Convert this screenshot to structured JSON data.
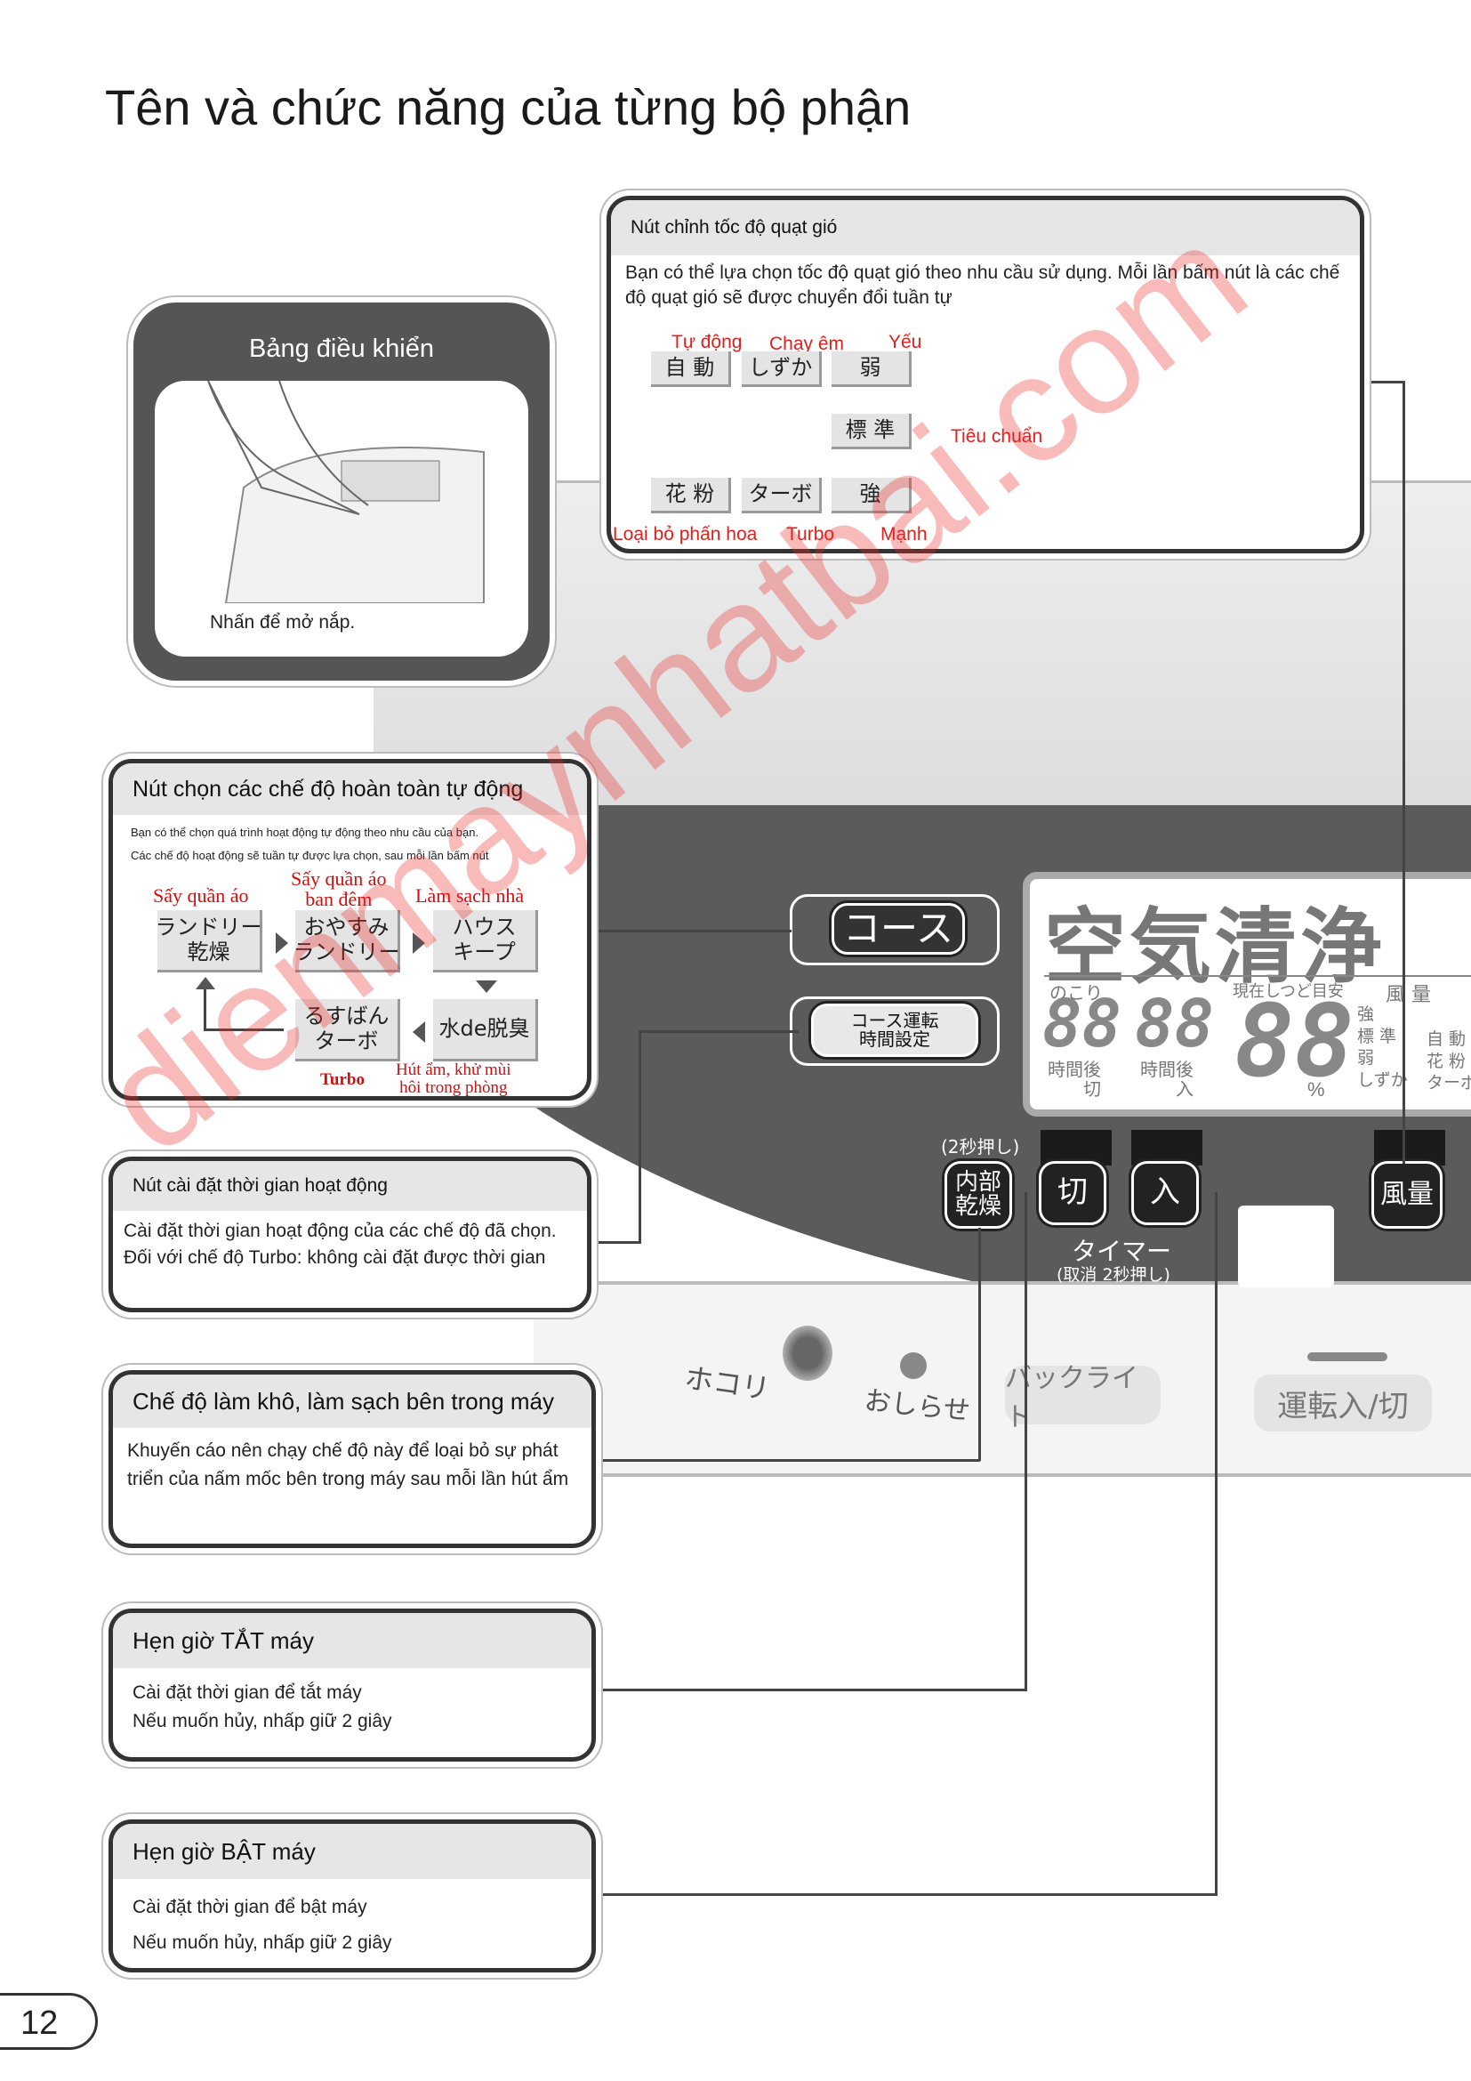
{
  "title": "Tên và chức năng của từng bộ phận",
  "page_number": "12",
  "watermark": "dienmaynhatbai.com",
  "control_panel": {
    "title": "Bảng điều khiển",
    "caption": "Nhấn để mở nắp."
  },
  "fan_box": {
    "title": "Nút chỉnh tốc độ quạt gió",
    "desc": "Bạn có thể lựa chọn tốc độ quạt gió theo nhu cầu sử dụng. Mỗi lần bấm nút là các chế độ quạt gió sẽ được chuyển đổi tuần tự",
    "modes": [
      {
        "jp": "自 動",
        "vi": "Tự động"
      },
      {
        "jp": "しずか",
        "vi": "Chạy êm"
      },
      {
        "jp": "弱",
        "vi": "Yếu"
      },
      {
        "jp": "標 準",
        "vi": "Tiêu chuẩn"
      },
      {
        "jp": "強",
        "vi": "Mạnh"
      },
      {
        "jp": "ターボ",
        "vi": "Turbo"
      },
      {
        "jp": "花 粉",
        "vi": "Loại bỏ phấn hoa"
      }
    ]
  },
  "auto_box": {
    "title": "Nút chọn các chế độ hoàn toàn tự động",
    "line1": "Bạn có thể chọn quá trình hoạt động tự động theo nhu cầu của bạn.",
    "line2": "Các chế độ hoạt động sẽ tuần tự được lựa chọn, sau mỗi lần bấm nút",
    "modes": [
      {
        "jp": "ランドリー\n乾燥",
        "vi": "Sấy quần áo"
      },
      {
        "jp": "おやすみ\nランドリー",
        "vi": "Sấy quần áo\nban đêm"
      },
      {
        "jp": "ハウス\nキープ",
        "vi": "Làm sạch nhà"
      },
      {
        "jp": "水de脱臭",
        "vi": "Hút ẩm, khử mùi\nhôi trong phòng"
      },
      {
        "jp": "るすばん\nターボ",
        "vi": "Turbo"
      }
    ]
  },
  "timer_set_box": {
    "title": "Nút cài đặt thời gian hoạt động",
    "line1": "Cài đặt thời gian hoạt động của các chế độ đã chọn.",
    "line2": "Đối với chế độ Turbo: không cài đặt được thời gian"
  },
  "dry_box": {
    "title": "Chế độ làm khô, làm sạch bên trong máy",
    "desc": "Khuyến cáo nên chạy chế độ này để loại bỏ sự phát triển của nấm mốc bên trong máy sau mỗi lần hút ẩm"
  },
  "off_box": {
    "title": "Hẹn giờ TẮT máy",
    "line1": "Cài đặt thời gian để tắt máy",
    "line2": "Nếu muốn hủy, nhấp giữ 2 giây"
  },
  "on_box": {
    "title": "Hẹn giờ BẬT máy",
    "line1": "Cài đặt thời gian để bật máy",
    "line2": "Nếu muốn hủy, nhấp giữ 2 giây"
  },
  "device": {
    "course": "コース",
    "time_set": "コース運転\n時間設定",
    "lcd_main": "空気清浄",
    "nokori": "のこり",
    "digits": "88",
    "off_label": "時間後\n切",
    "on_label": "時間後\n入",
    "humidity_label": "現在しつど目安",
    "percent": "%",
    "fan_label": "風 量",
    "fan_levels": "強\n標 準\n弱\nしずか",
    "fan_modes": "自 動\n花 粉\nターボ",
    "hold2": "(2秒押し)",
    "dry_btn": "内部\n乾燥",
    "off_btn": "切",
    "on_btn": "入",
    "fan_btn": "風量",
    "timer": "タイマー",
    "timer_cancel": "(取消 2秒押し)",
    "dust": "ホコリ",
    "notice": "おしらせ",
    "backlight": "バックライト",
    "power": "運転入/切"
  }
}
